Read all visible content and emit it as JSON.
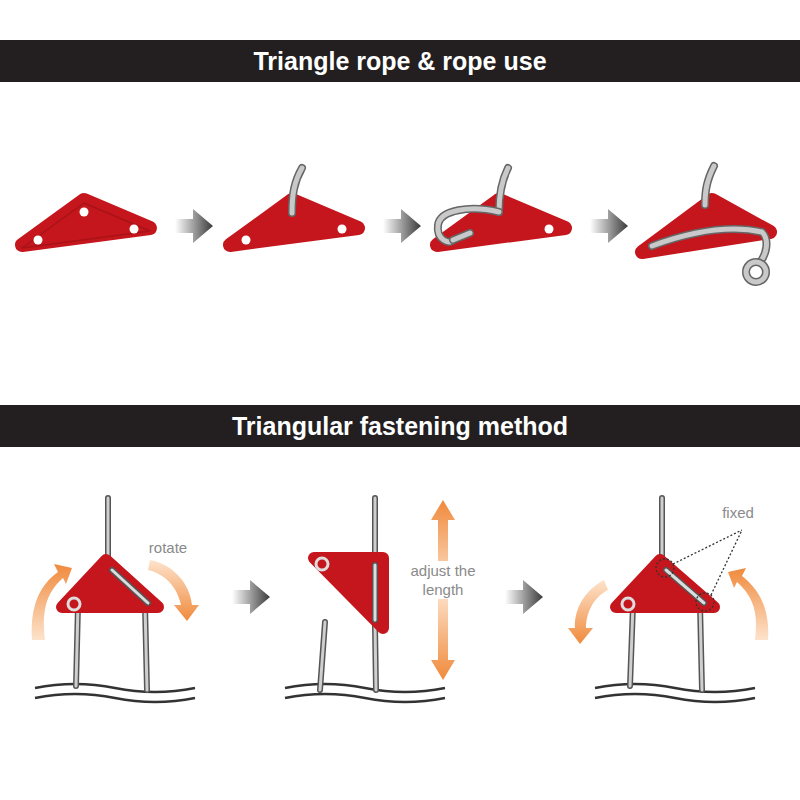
{
  "diagram": {
    "nodes": [
      {
        "text": [
          "Triangle rope & rope use"
        ]
      },
      {
        "text": [
          "Triangular fastening method"
        ]
      }
    ],
    "labels": [
      "rotate",
      "adjust the length",
      "fixed"
    ]
  }
}
